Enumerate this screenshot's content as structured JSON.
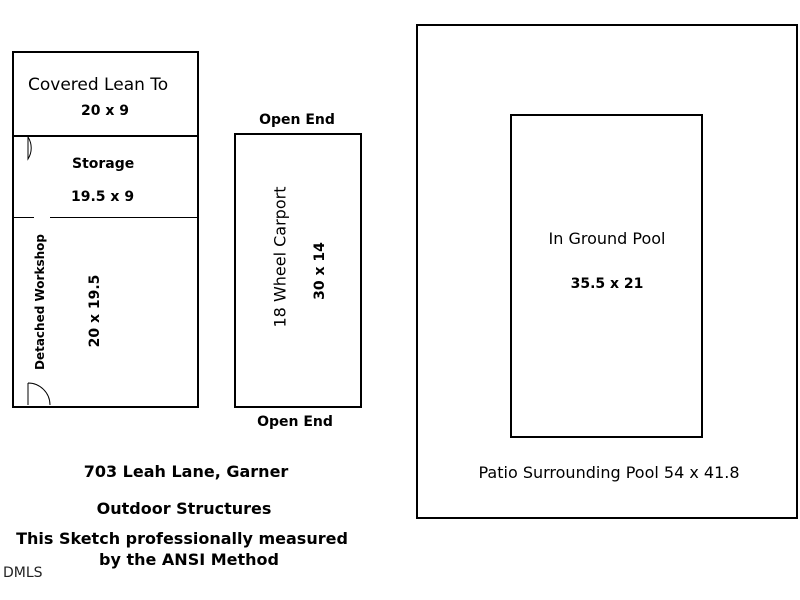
{
  "lean_to": {
    "label": "Covered Lean To",
    "dims": "20 x 9"
  },
  "storage": {
    "label": "Storage",
    "dims": "19.5 x 9"
  },
  "workshop": {
    "label": "Detached Workshop",
    "dims": "20 x 19.5"
  },
  "carport": {
    "top_label": "Open End",
    "label": "18 Wheel Carport",
    "dims": "30 x 14",
    "bottom_label": "Open End"
  },
  "pool": {
    "label": "In Ground Pool",
    "dims": "35.5 x 21",
    "patio_label": "Patio Surrounding Pool 54 x 41.8"
  },
  "info": {
    "address": "703 Leah Lane, Garner",
    "subtitle": "Outdoor Structures",
    "note_line1": "This Sketch professionally measured",
    "note_line2": "by the ANSI Method"
  },
  "watermark": "DMLS"
}
